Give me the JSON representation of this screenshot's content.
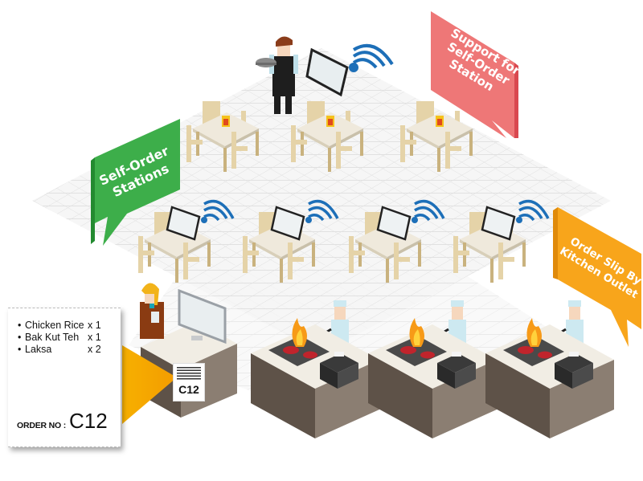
{
  "title": "Self-Order Station Restaurant Flow",
  "callouts": {
    "support": {
      "lines": [
        "Support for",
        "Self-Order",
        "Station"
      ],
      "color": "#ee7777",
      "shade": "#d9484f"
    },
    "self_order": {
      "lines": [
        "Self-Order",
        "Stations"
      ],
      "color": "#3dae4a",
      "shade": "#238a30"
    },
    "kitchen": {
      "lines": [
        "Order Slip By",
        "Kitchen Outlet"
      ],
      "color": "#f8a51b",
      "shade": "#e08a0a"
    }
  },
  "receipt": {
    "items": [
      {
        "bullet": "•",
        "name": "Chicken Rice",
        "qty": "x 1"
      },
      {
        "bullet": "•",
        "name": "Bak Kut Teh",
        "qty": "x 1"
      },
      {
        "bullet": "•",
        "name": "Laksa",
        "qty": "x 2"
      }
    ],
    "order_label": "ORDER NO :",
    "order_number": "C12"
  },
  "counter_slip": {
    "order_number": "C12"
  },
  "scene": {
    "back_tables": 3,
    "self_order_tables": 4,
    "kitchen_stations": 3,
    "figures": [
      "waiter-with-tablet",
      "cashier",
      "chef",
      "chef",
      "chef"
    ]
  },
  "colors": {
    "floor": "#f4f4f4",
    "grid": "#e2e2e2",
    "wood": "#e5d3a8",
    "wood_dark": "#c9b27e",
    "table_top": "#efe9dc",
    "counter_top": "#f1ede4",
    "counter_side": "#5e5248",
    "counter_front": "#8b7e72",
    "wifi": "#1d6fb8",
    "accent_arrow": "#f7ab00"
  }
}
